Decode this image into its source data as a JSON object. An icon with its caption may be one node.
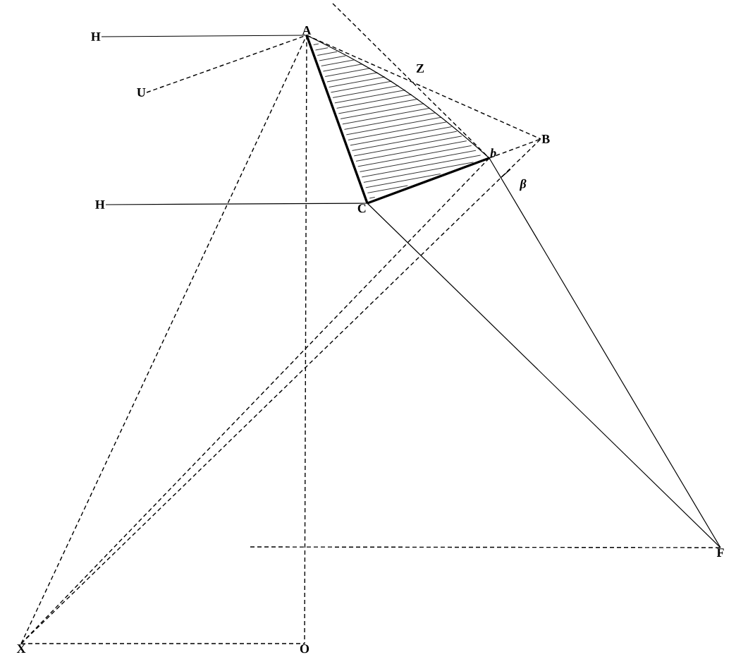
{
  "diagram": {
    "nodes": [
      {
        "text": [
          "H"
        ]
      },
      {
        "text": [
          "A"
        ]
      },
      {
        "text": [
          "U"
        ]
      },
      {
        "text": [
          "b"
        ]
      },
      {
        "text": [
          "B"
        ]
      },
      {
        "text": [
          "H"
        ]
      },
      {
        "text": [
          "C"
        ]
      },
      {
        "text": [
          "F"
        ]
      },
      {
        "text": [
          "X"
        ]
      },
      {
        "text": [
          "O"
        ]
      }
    ],
    "edges": [
      {
        "from": 0,
        "to": 1,
        "arrow": "none"
      },
      {
        "from": 2,
        "to": 1,
        "arrow": "none",
        "style": "dashed"
      },
      {
        "from": 1,
        "to": 6,
        "arrow": "none",
        "style": "thick"
      },
      {
        "from": 1,
        "to": 3,
        "arrow": "none"
      },
      {
        "from": 6,
        "to": 3,
        "arrow": "none",
        "style": "thick"
      },
      {
        "from": 1,
        "to": 4,
        "arrow": "none",
        "style": "dashed"
      },
      {
        "from": 3,
        "to": 4,
        "arrow": "none",
        "style": "dashed"
      },
      {
        "from": null,
        "to": 3,
        "arrow": "none",
        "style": "dashed"
      },
      {
        "from": 3,
        "to": 7,
        "arrow": "none"
      },
      {
        "from": 5,
        "to": 6,
        "arrow": "none"
      },
      {
        "from": 6,
        "to": 7,
        "arrow": "none"
      },
      {
        "from": 8,
        "to": 1,
        "arrow": "none",
        "style": "dashed"
      },
      {
        "from": 8,
        "to": 3,
        "arrow": "none",
        "style": "dashed"
      },
      {
        "from": 8,
        "to": 4,
        "arrow": "none",
        "style": "dashed"
      },
      {
        "from": 1,
        "to": 9,
        "arrow": "none",
        "style": "dashed"
      },
      {
        "from": 8,
        "to": 9,
        "arrow": "none",
        "style": "dashed"
      },
      {
        "from": null,
        "to": 7,
        "arrow": "none",
        "style": "dashed"
      }
    ],
    "labels": [
      "Z",
      "β"
    ]
  }
}
